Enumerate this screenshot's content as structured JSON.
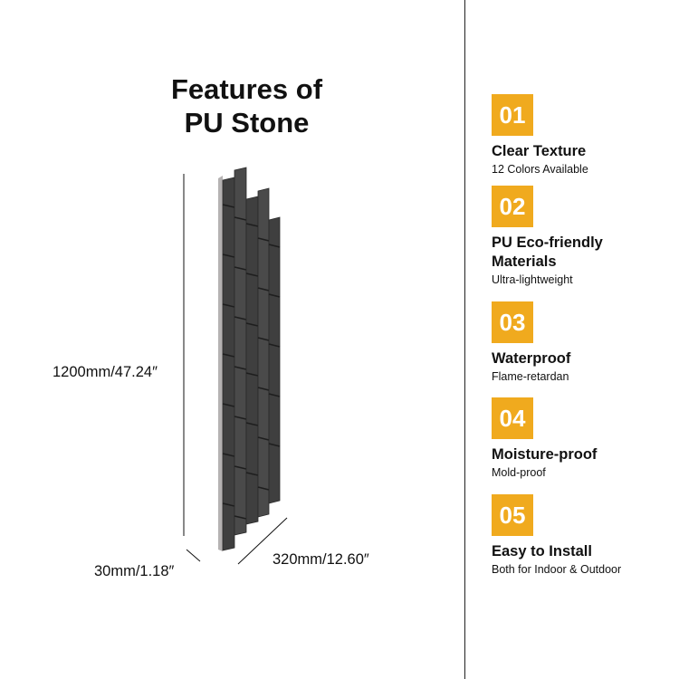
{
  "title": {
    "line1": "Features of",
    "line2": "PU Stone"
  },
  "dimensions": {
    "height": "1200mm/47.24″",
    "thickness": "30mm/1.18″",
    "width": "320mm/12.60″"
  },
  "accent_color": "#F0AA1E",
  "features": [
    {
      "number": "01",
      "title": "Clear Texture",
      "subtitle": "12 Colors Available"
    },
    {
      "number": "02",
      "title": "PU Eco-friendly Materials",
      "subtitle": "Ultra-lightweight"
    },
    {
      "number": "03",
      "title": "Waterproof",
      "subtitle": "Flame-retardan"
    },
    {
      "number": "04",
      "title": "Moisture-proof",
      "subtitle": "Mold-proof"
    },
    {
      "number": "05",
      "title": "Easy to Install",
      "subtitle": "Both for Indoor & Outdoor"
    }
  ]
}
